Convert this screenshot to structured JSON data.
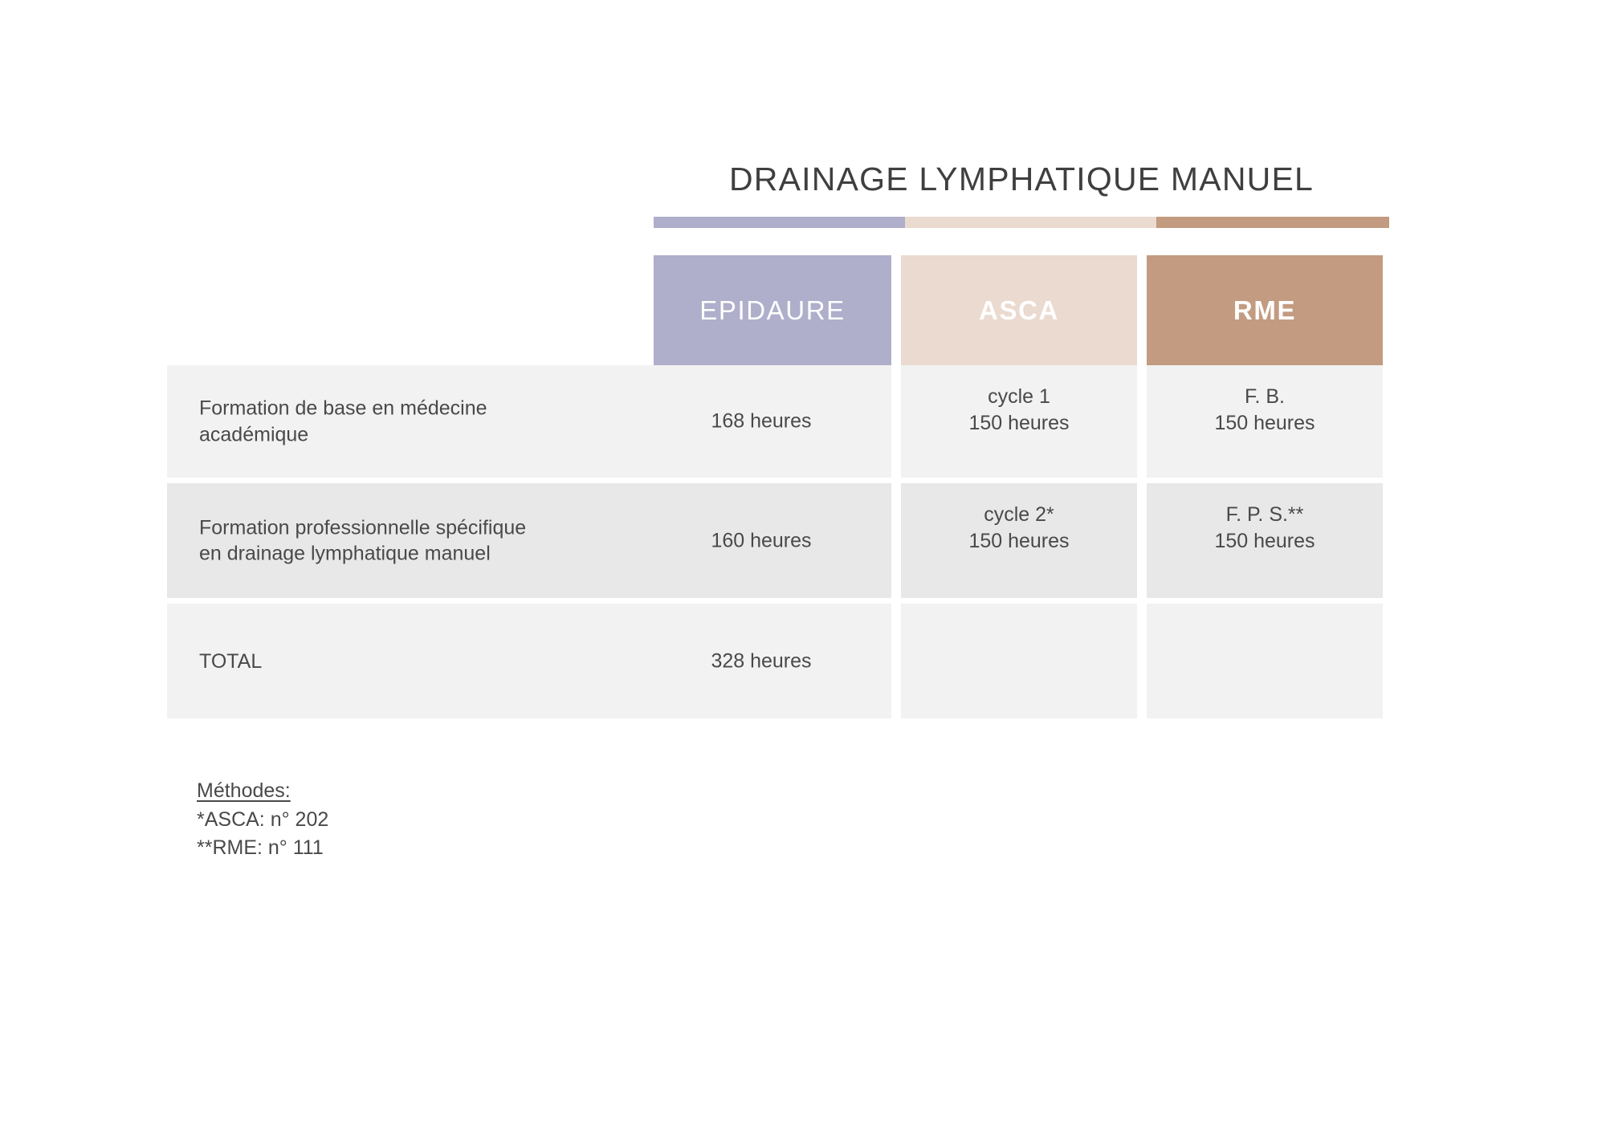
{
  "page": {
    "background": "#ffffff",
    "title": "DRAINAGE LYMPHATIQUE MANUEL"
  },
  "palette": {
    "epidaure": "#afaecb",
    "asca": "#eadacf",
    "rme": "#c39b80",
    "row_light": "#f2f2f2",
    "row_dark": "#e8e8e8",
    "text": "#494949",
    "title_text": "#3f3f3f",
    "header_text": "#ffffff"
  },
  "accent_bar": [
    {
      "name": "epidaure",
      "color": "#afaecb"
    },
    {
      "name": "asca",
      "color": "#eadacf"
    },
    {
      "name": "rme",
      "color": "#c39b80"
    }
  ],
  "table": {
    "columns": [
      {
        "key": "epidaure",
        "label": "EPIDAURE",
        "color": "#afaecb",
        "weight": "light"
      },
      {
        "key": "asca",
        "label": "ASCA",
        "color": "#eadacf",
        "weight": "bold"
      },
      {
        "key": "rme",
        "label": "RME",
        "color": "#c39b80",
        "weight": "bold"
      }
    ],
    "rows": [
      {
        "label": "Formation de base en médecine académique",
        "label_lines": [
          "Formation de base en médecine",
          "académique"
        ],
        "epidaure": "168 heures",
        "asca": {
          "line1": "cycle 1",
          "line2": "150 heures"
        },
        "rme": {
          "line1": "F. B.",
          "line2": "150 heures"
        },
        "shade": "light"
      },
      {
        "label": "Formation professionnelle spécifique en drainage lymphatique manuel",
        "label_lines": [
          "Formation professionnelle spécifique",
          "en drainage lymphatique manuel"
        ],
        "epidaure": "160 heures",
        "asca": {
          "line1": "cycle 2*",
          "line2": "150 heures"
        },
        "rme": {
          "line1": "F. P. S.**",
          "line2": "150 heures"
        },
        "shade": "dark"
      },
      {
        "label": "TOTAL",
        "label_lines": [
          "TOTAL"
        ],
        "epidaure": "328 heures",
        "asca": {
          "line1": "",
          "line2": ""
        },
        "rme": {
          "line1": "",
          "line2": ""
        },
        "shade": "light"
      }
    ]
  },
  "footnotes": {
    "heading": "Méthodes:",
    "lines": [
      "*ASCA: n° 202",
      "**RME: n° 111"
    ]
  }
}
